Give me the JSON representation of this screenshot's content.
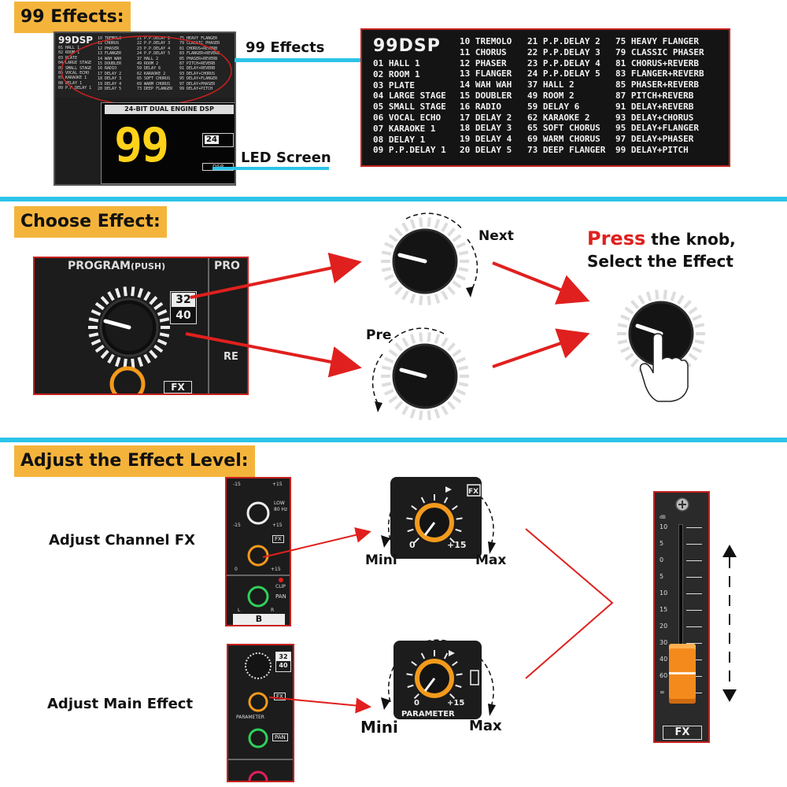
{
  "sections": {
    "effects": {
      "title": "99 Effects:"
    },
    "choose": {
      "title": "Choose Effect:"
    },
    "adjust": {
      "title": "Adjust the Effect Level:"
    }
  },
  "callouts": {
    "effects_label": "99 Effects",
    "led_label": "LED Screen"
  },
  "led_screen": {
    "value": "99",
    "banner": "24-BIT DUAL ENGINE DSP",
    "mode_top": "24",
    "mode_badge": "DSP"
  },
  "effects_table": {
    "title": "99DSP",
    "col1": [
      "01 HALL 1",
      "02 ROOM 1",
      "03 PLATE",
      "04 LARGE STAGE",
      "05 SMALL STAGE",
      "06 VOCAL ECHO",
      "07 KARAOKE 1",
      "08 DELAY 1",
      "09 P.P.DELAY 1"
    ],
    "col2": [
      "10 TREMOLO",
      "11 CHORUS",
      "12 PHASER",
      "13 FLANGER",
      "14 WAH WAH",
      "15 DOUBLER",
      "16 RADIO",
      "17 DELAY 2",
      "18 DELAY 3",
      "19 DELAY 4",
      "20 DELAY 5"
    ],
    "col3": [
      "21 P.P.DELAY 2",
      "22 P.P.DELAY 3",
      "23 P.P.DELAY 4",
      "24 P.P.DELAY 5",
      "37 HALL 2",
      "49 ROOM 2",
      "59 DELAY 6",
      "62 KARAOKE 2",
      "65 SOFT CHORUS",
      "69 WARM CHORUS",
      "73 DEEP FLANGER"
    ],
    "col4": [
      "75 HEAVY FLANGER",
      "79 CLASSIC PHASER",
      "81 CHORUS+REVERB",
      "83 FLANGER+REVERB",
      "85 PHASER+REVERB",
      "87 PITCH+REVERB",
      "91 DELAY+REVERB",
      "93 DELAY+CHORUS",
      "95 DELAY+FLANGER",
      "97 DELAY+PHASER",
      "99 DELAY+PITCH"
    ]
  },
  "program_panel": {
    "label": "PROGRAM",
    "push": "(PUSH)",
    "partial_label": "PRO",
    "badge_top": "32",
    "badge_bottom": "40",
    "fx_badge": "FX",
    "partial_re": "RE"
  },
  "choose_labels": {
    "next": "Next",
    "pre": "Pre",
    "press_word": "Press",
    "press_rest": " the knob,",
    "select": "Select the Effect"
  },
  "adjust_labels": {
    "channel_fx": "Adjust Channel FX",
    "main_effect": "Adjust Main Effect",
    "mini": "Mini",
    "max": "Max",
    "zero": "0",
    "plus15": "+15",
    "parameter": "PARAMETER"
  },
  "channel_strip": {
    "low": "LOW",
    "low_freq": "80 Hz",
    "minus15": "-15",
    "plus15": "+15",
    "fx": "FX",
    "clip": "CLIP",
    "pan": "PAN",
    "l": "L",
    "r": "R",
    "channel": "B"
  },
  "main_strip": {
    "badge_top": "32",
    "badge_bottom": "40",
    "fx": "FX",
    "parameter": "PARAMETER",
    "pan": "PAN"
  },
  "fader": {
    "db": "dB",
    "scale": [
      "10",
      "5",
      "0",
      "5",
      "10",
      "15",
      "20",
      "30",
      "40",
      "60",
      "∞"
    ],
    "label": "FX",
    "level": 0.08
  },
  "colors": {
    "accent_cyan": "#2bc4e8",
    "header_orange": "#f4b43c",
    "arrow_red": "#e0201e",
    "knob_orange": "#f29a1c",
    "knob_green": "#2fd05a",
    "led_yellow": "#ffd21a"
  }
}
